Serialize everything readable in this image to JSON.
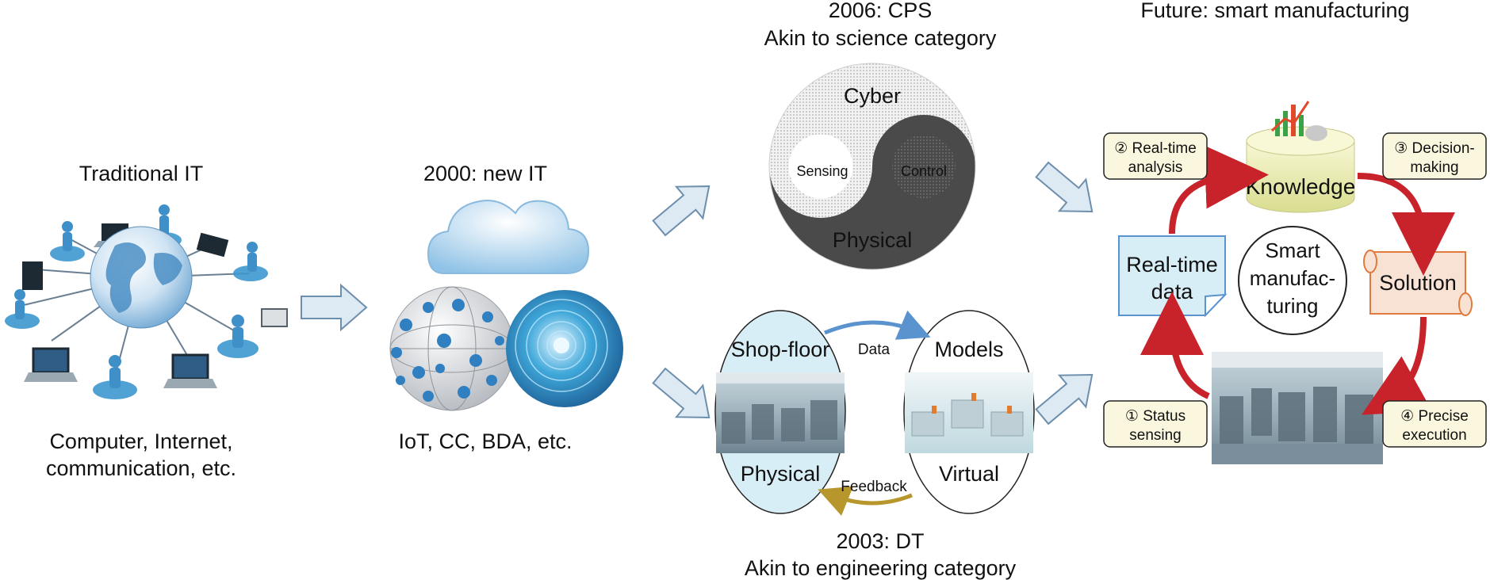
{
  "traditional": {
    "title": "Traditional IT",
    "caption_line1": "Computer, Internet,",
    "caption_line2": "communication, etc."
  },
  "new_it": {
    "title": "2000: new IT",
    "caption": "IoT, CC, BDA, etc."
  },
  "cps": {
    "title_line1": "2006: CPS",
    "title_line2": "Akin to science category",
    "cyber": "Cyber",
    "physical": "Physical",
    "sensing": "Sensing",
    "control": "Control"
  },
  "dt": {
    "title_line1": "2003: DT",
    "title_line2": "Akin to engineering category",
    "shop_floor": "Shop-floor",
    "physical": "Physical",
    "models": "Models",
    "virtual": "Virtual",
    "data": "Data",
    "feedback": "Feedback"
  },
  "smart": {
    "title": "Future: smart manufacturing",
    "realtime_analysis_line1": "② Real-time",
    "realtime_analysis_line2": "analysis",
    "decision_line1": "③ Decision-",
    "decision_line2": "making",
    "status_line1": "① Status",
    "status_line2": "sensing",
    "precise_line1": "④ Precise",
    "precise_line2": "execution",
    "knowledge": "Knowledge",
    "realtime_data_line1": "Real-time",
    "realtime_data_line2": "data",
    "solution": "Solution",
    "center_line1": "Smart",
    "center_line2": "manufac-",
    "center_line3": "turing"
  },
  "colors": {
    "arrow_fill": "#dde9f3",
    "arrow_stroke": "#6d8fae",
    "yin_dark": "#4a4a4a",
    "cycle_red": "#c8232a",
    "data_arrow": "#5b93cf",
    "feedback_arrow": "#b7962b",
    "note_fill": "#fbf7df",
    "realtime_fill": "#d8eef6",
    "solution_fill": "#f8e2d4",
    "solution_stroke": "#e07a3e",
    "globe_blue": "#3f8fc8"
  }
}
